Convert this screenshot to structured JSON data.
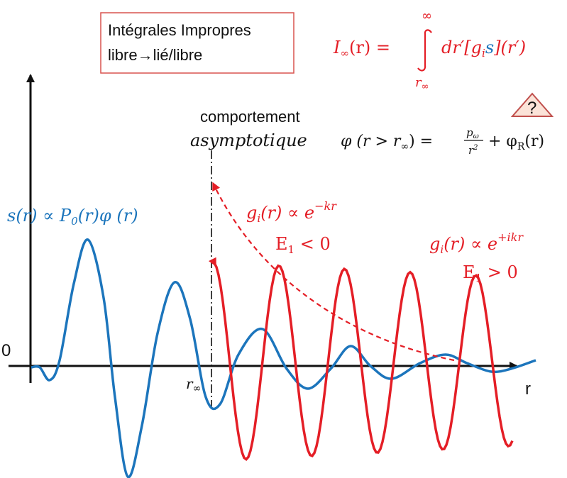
{
  "title_box": {
    "line1": "Intégrales Impropres",
    "line2": "libre→lié/libre"
  },
  "integral": {
    "lhs": "I",
    "lhs_sub": "∞",
    "lhs_arg": "(r) =",
    "upper_limit": "∞",
    "lower_limit": "r",
    "lower_limit_sub": "∞",
    "integrand_prefix": "dr′[g",
    "integrand_sub": "i",
    "integrand_s": "s",
    "integrand_suffix": "](r′)"
  },
  "warning": {
    "symbol": "?"
  },
  "asymptotic": {
    "label_top": "comportement",
    "label_bottom": "asymptotique",
    "equation_lhs": "φ (r > r",
    "equation_lhs_sub": "∞",
    "equation_mid": ") =",
    "fraction_num": "p",
    "fraction_num_sub": "ω",
    "fraction_den": "r",
    "fraction_den_sup": "2",
    "equation_rhs": "+ φ",
    "equation_rhs_sub": "R",
    "equation_rhs_end": "(r)"
  },
  "s_label": {
    "text_pre": "s(r) ∝ P",
    "sub": "0",
    "text_post": "(r)φ (r)"
  },
  "bound_label": {
    "func": "g",
    "func_sub": "i",
    "func_arg": "(r) ∝ e",
    "exponent": "−kr",
    "energy": "E",
    "energy_sub": "1",
    "energy_rel": " < 0"
  },
  "free_label": {
    "func": "g",
    "func_sub": "i",
    "func_arg": "(r) ∝ e",
    "exponent": "+ikr",
    "energy": "E",
    "energy_sub": "1",
    "energy_rel": " > 0"
  },
  "axes": {
    "origin_label": "0",
    "x_label": "r",
    "r_inf_label": "r",
    "r_inf_sub": "∞"
  },
  "colors": {
    "red": "#e41e26",
    "blue": "#1c75bc",
    "black": "#111111"
  },
  "icons": [
    "warning-triangle-icon"
  ]
}
